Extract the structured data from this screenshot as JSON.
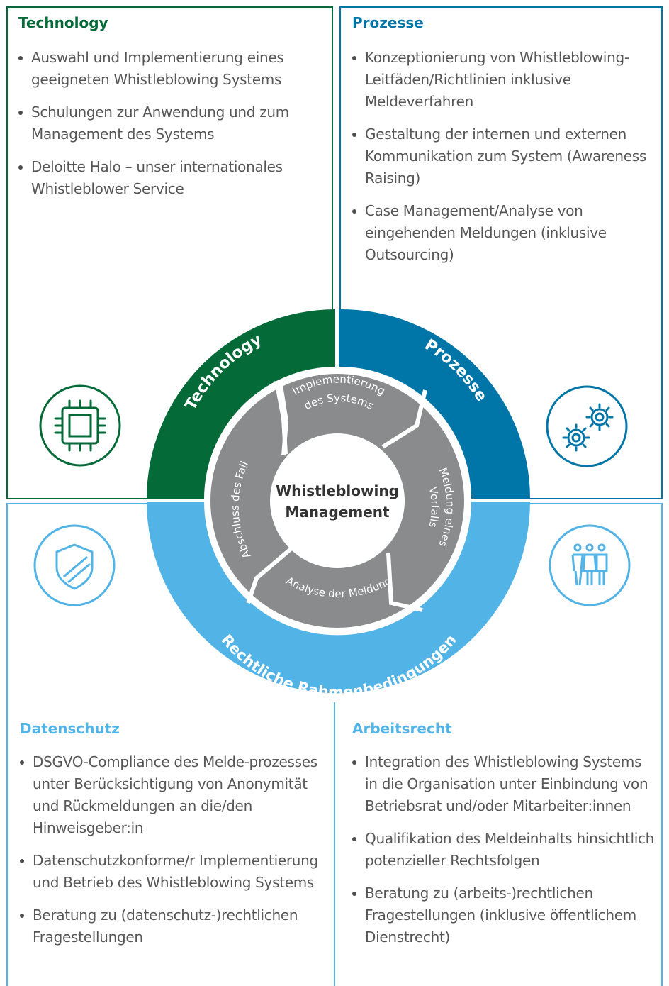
{
  "colors": {
    "technology": "#046a38",
    "prozesse": "#0076a8",
    "recht": "#52b4e6",
    "cycle_gray": "#8a8b8c",
    "text": "#575757"
  },
  "technology": {
    "title": "Technology",
    "items": [
      "Auswahl und Implementierung eines geeigneten Whistleblowing Systems",
      "Schulungen zur Anwendung und zum Management des Systems",
      "Deloitte Halo – unser internationales Whistleblower Service"
    ],
    "icon": "microchip-icon"
  },
  "prozesse": {
    "title": "Prozesse",
    "items": [
      "Konzeptionierung von Whistleblowing-Leitfäden/Richtlinien inklusive Meldeverfahren",
      "Gestaltung der internen und externen Kommunikation zum System (Awareness Raising)",
      "Case Management/Analyse von eingehenden Meldungen (inklusive Outsourcing)"
    ],
    "icon": "gears-icon"
  },
  "datenschutz": {
    "title": "Datenschutz",
    "items": [
      "DSGVO-Compliance des Melde-prozesses unter Berücksichtigung von Anonymität und Rückmeldungen an die/den Hinweisgeber:in",
      "Datenschutzkonforme/r Implementierung und Betrieb des Whistleblowing Systems",
      "Beratung zu (datenschutz-)rechtlichen Fragestellungen"
    ],
    "icon": "shield-icon"
  },
  "arbeitsrecht": {
    "title": "Arbeitsrecht",
    "items": [
      "Integration des Whistleblowing Systems in die Organisation unter Einbindung von Betriebsrat und/oder Mitarbeiter:innen",
      "Qualifikation des Meldeinhalts hinsichtlich potenzieller Rechtsfolgen",
      "Beratung zu (arbeits-)rechtlichen Fragestellungen (inklusive öffentlichem Dienstrecht)"
    ],
    "icon": "people-icon"
  },
  "wheel": {
    "outer_technology": "Technology",
    "outer_prozesse": "Prozesse",
    "outer_recht": "Rechtliche Rahmenbedingungen",
    "center_line1": "Whistleblowing",
    "center_line2": "Management",
    "cycle": {
      "implementierung_line1": "Implementierung",
      "implementierung_line2": "des Systems",
      "meldung_line1": "Meldung eines",
      "meldung_line2": "Vorfalls",
      "analyse": "Analyse der Meldung",
      "abschluss": "Abschluss des Falls"
    }
  }
}
